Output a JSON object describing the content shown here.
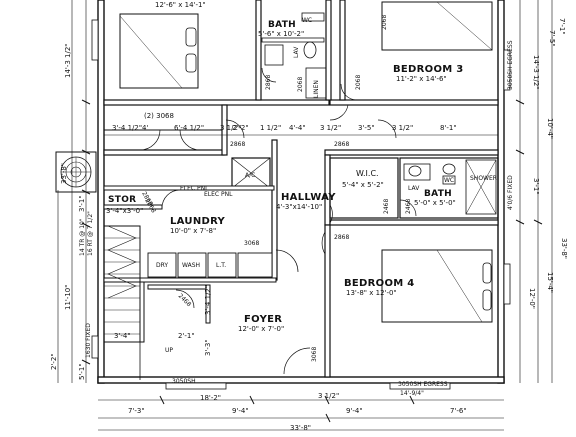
{
  "plan": {
    "rooms": {
      "bedroom_top_left": "12'-6\" x 14'-1\"",
      "bath_top": "BATH",
      "bath_top_size": "5'-6\" x 10'-2\"",
      "bedroom3": "BEDROOM 3",
      "bedroom3_size": "11'-2\" x 14'-6\"",
      "laundry": "LAUNDRY",
      "laundry_size": "10'-0\" x 7'-8\"",
      "stor": "STOR",
      "stor_size": "3'-4\"x3'-0\"",
      "hallway": "HALLWAY",
      "hallway_size": "4'-3\"x14'-10\"",
      "wic": "W.I.C.",
      "wic_size": "5'-4\" x 5'-2\"",
      "bath_right": "BATH",
      "bath_right_size": "5'-0\" x 5'-0\"",
      "bedroom4": "BEDROOM 4",
      "bedroom4_size": "13'-8\" x 12'-0\"",
      "foyer": "FOYER",
      "foyer_size": "12'-0\" x 7'-0\""
    },
    "fixtures": {
      "wc": "WC",
      "lav": "LAV",
      "linen": "LINEN",
      "shower": "SHOWER",
      "ac": "A/C",
      "elec_pnl": "ELEC PNL",
      "elec_pnl2": "ELEC PNL",
      "dry": "DRY",
      "wash": "WASH",
      "lt": "L.T.",
      "up": "UP",
      "ext_fixed": "4'0/6 FIXED",
      "egress_top": "3050SH EGRESS",
      "egress_bottom": "3050SH EGRESS",
      "egress_bottom_w": "14'-9/4\"",
      "fixed_left": "1630 FIXED",
      "window_bottom": "3050SH",
      "stairs_note1": "14 TR @ 10\"",
      "stairs_note2": "16 RT @ 7 1/2\""
    },
    "doors": {
      "d_closet": "(2) 3068",
      "d_2868_a": "2868",
      "d_2868_b": "2868",
      "d_2868_c": "2868",
      "d_2868_d": "2868",
      "d_2868_e": "2868",
      "d_2468_a": "2468",
      "d_2468_b": "2468",
      "d_2468_c": "2468",
      "d_2068_top": "2068",
      "d_2068_bath": "2068",
      "d_2068_top2": "2068",
      "d_3068_laundry": "3068",
      "d_3068_entry": "3068",
      "d_2868_stair": "2868"
    },
    "dims": {
      "left_vert_1": "14'-3 1/2\"",
      "left_overall": "33'-8\"",
      "left_vert_2": "3'-1\"",
      "left_vert_3": "11'-10\"",
      "left_vert_4": "2'-2\"",
      "left_vert_5": "5'-1\"",
      "right_vert_1": "7'-5\"",
      "right_vert_2": "14'-3 1/2\"",
      "right_vert_3": "10'-4\"",
      "right_vert_4": "3'-1\"",
      "right_vert_5": "15'-4\"",
      "right_vert_6": "12'-0\"",
      "right_overall": "33'-8\"",
      "row1_a": "3'-4 1/2\"",
      "row1_b": "4'",
      "row1_c": "6'-4 1/2\"",
      "row1_d": "3 1/2\"",
      "row1_e": "2'-2\"",
      "row1_f": "1 1/2\"",
      "row1_g": "4'-4\"",
      "row1_h": "3'-5\"",
      "row1_i": "3 1/2\"",
      "row1_j": "3 1/2\"",
      "row1_k": "8'-1\"",
      "bot_1": "7'-3\"",
      "bot_2": "18'-2\"",
      "bot_3": "9'-4\"",
      "bot_4": "3 1/2\"",
      "bot_5": "9'-4\"",
      "bot_6": "7'-6\"",
      "bot_overall": "33'-8\"",
      "stair_w": "3'-4\"",
      "stair_w2": "2'-1\"",
      "foyer_v1": "3'-4 1/2\"",
      "foyer_v2": "3'-3\"",
      "top_right": "7'-1\""
    }
  }
}
